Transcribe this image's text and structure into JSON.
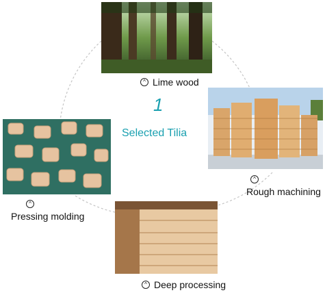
{
  "center": {
    "step": "1",
    "title": "Selected Tilia"
  },
  "steps": [
    {
      "label": "Lime wood",
      "icon": "circled-caret-up-icon"
    },
    {
      "label": "Rough machining",
      "icon": "circled-caret-up-icon"
    },
    {
      "label": "Deep processing",
      "icon": "circled-caret-up-icon"
    },
    {
      "label": "Pressing molding",
      "icon": "circled-caret-up-icon"
    }
  ],
  "colors": {
    "accent": "#1aa0b0",
    "ring": "#bdbdbd"
  }
}
